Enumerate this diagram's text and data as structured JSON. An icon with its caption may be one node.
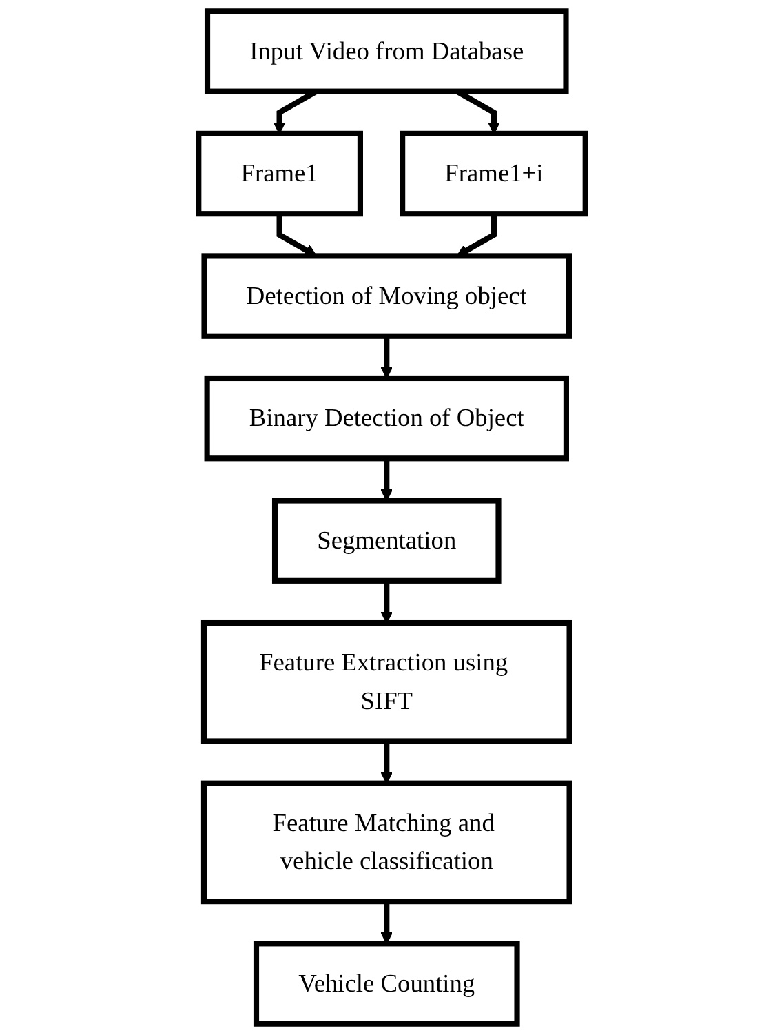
{
  "diagram": {
    "nodes": [
      {
        "text": [
          "Input Video from Database"
        ]
      },
      {
        "text": [
          "Frame1"
        ]
      },
      {
        "text": [
          "Frame1+i"
        ]
      },
      {
        "text": [
          "Detection of Moving object"
        ]
      },
      {
        "text": [
          "Binary Detection of Object"
        ]
      },
      {
        "text": [
          "Segmentation"
        ]
      },
      {
        "text": [
          "Feature Extraction using SIFT"
        ]
      },
      {
        "text": [
          "Feature Matching and vehicle classification"
        ]
      },
      {
        "text": [
          "Vehicle Counting"
        ]
      }
    ],
    "edges": [
      {
        "from": 0,
        "to": 1,
        "arrow": "to"
      },
      {
        "from": 0,
        "to": 2,
        "arrow": "to"
      },
      {
        "from": 1,
        "to": 3,
        "arrow": "to"
      },
      {
        "from": 2,
        "to": 3,
        "arrow": "to"
      },
      {
        "from": 3,
        "to": 4,
        "arrow": "to"
      },
      {
        "from": 4,
        "to": 5,
        "arrow": "to"
      },
      {
        "from": 5,
        "to": 6,
        "arrow": "to"
      },
      {
        "from": 6,
        "to": 7,
        "arrow": "to"
      },
      {
        "from": 7,
        "to": 8,
        "arrow": "to"
      }
    ]
  }
}
